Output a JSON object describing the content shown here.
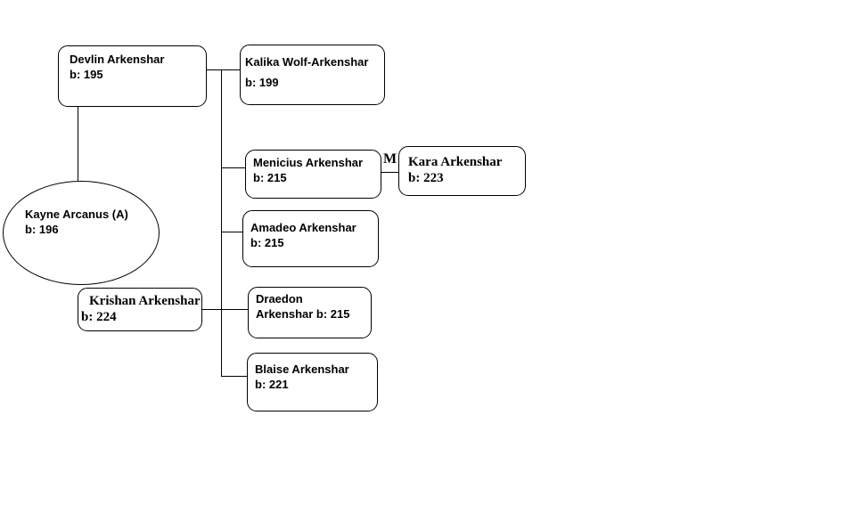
{
  "app": {
    "background_color": "#ffffff",
    "line_color": "#000000"
  },
  "tree": {
    "marriage_label": "M",
    "people": {
      "devlin": {
        "line1": "Devlin Arkenshar",
        "line2": "b: 195"
      },
      "kalika": {
        "line1": "Kalika Wolf-Arkenshar",
        "line2": "b: 199"
      },
      "kayne": {
        "line1": "Kayne Arcanus (A)",
        "line2": "b: 196"
      },
      "menicius": {
        "line1": "Menicius Arkenshar",
        "line2": "b: 215"
      },
      "kara": {
        "line1": "Kara Arkenshar",
        "line2": "b: 223"
      },
      "amadeo": {
        "line1": "Amadeo Arkenshar",
        "line2": "b: 215"
      },
      "krishan": {
        "line1": "Krishan Arkenshar",
        "line2": "b: 224"
      },
      "draedon": {
        "line1": "Draedon",
        "line2": "Arkenshar b: 215"
      },
      "blaise": {
        "line1": "Blaise Arkenshar",
        "line2": "b: 221"
      }
    }
  }
}
